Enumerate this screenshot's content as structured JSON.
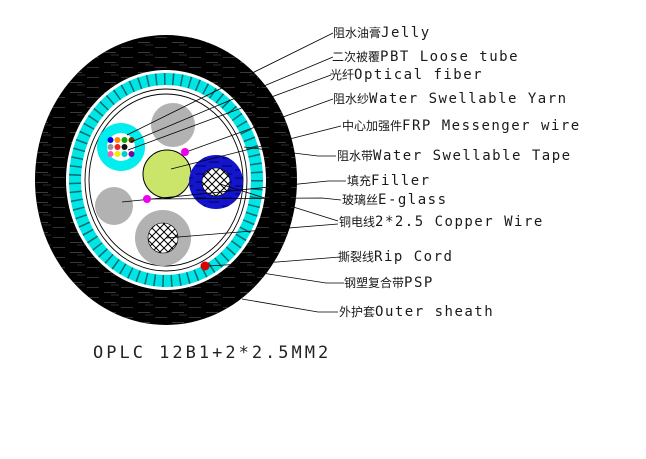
{
  "title": "OPLC 12B1+2*2.5MM2",
  "labels": [
    {
      "zh": "阻水油膏",
      "en": "Jelly"
    },
    {
      "zh": "二次被覆",
      "en": "PBT Loose tube"
    },
    {
      "zh": "光纤",
      "en": "Optical fiber"
    },
    {
      "zh": "阻水纱",
      "en": "Water Swellable Yarn"
    },
    {
      "zh": "中心加强件",
      "en": "FRP Messenger wire"
    },
    {
      "zh": "阻水带",
      "en": "Water Swellable Tape"
    },
    {
      "zh": "填充",
      "en": "Filler"
    },
    {
      "zh": "玻璃丝",
      "en": "E-glass"
    },
    {
      "zh": "铜电线",
      "en": "2*2.5 Copper Wire"
    },
    {
      "zh": "撕裂线",
      "en": "Rip Cord"
    },
    {
      "zh": "钢塑复合带",
      "en": "PSP"
    },
    {
      "zh": "外护套",
      "en": "Outer sheath"
    }
  ],
  "colors": {
    "outer_sheath_black": "#000000",
    "water_swellable_tape_cyan": "#00E6E6",
    "loose_tube_cyan": "#00EEEE",
    "frp_green": "#CBE56B",
    "filler_gray": "#B2B2B2",
    "copper_insulation_blue": "#1414CC",
    "yarn_magenta": "#EE00EE",
    "rip_cord_red": "#DD0000"
  },
  "fiber_colors": [
    "#0000EE",
    "#FF8800",
    "#00AA00",
    "#663300",
    "#999999",
    "#EE2222",
    "#111111",
    "#FFFFFF",
    "#FF55BB",
    "#EEEE00",
    "#00CCCC",
    "#7700AA"
  ]
}
